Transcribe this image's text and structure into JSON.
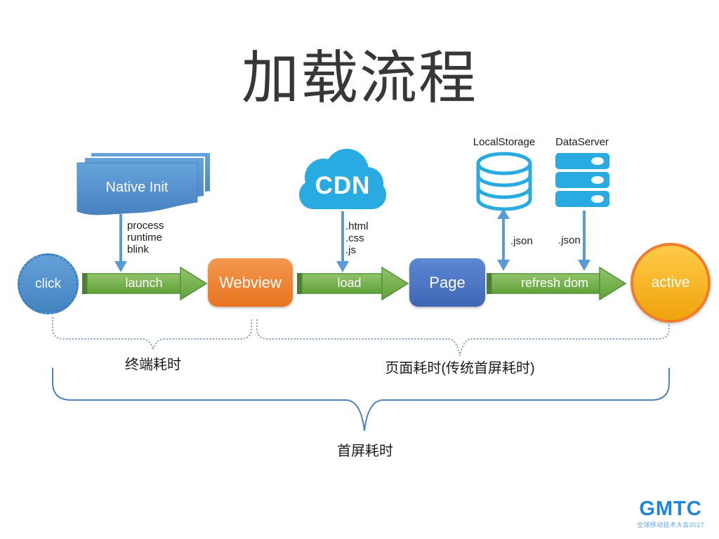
{
  "title": "加载流程",
  "flow": {
    "click": "click",
    "launch": "launch",
    "native_init": "Native Init",
    "native_outputs": [
      "process",
      "runtime",
      "blink"
    ],
    "cdn": "CDN",
    "cdn_files": [
      ".html",
      ".css",
      ".js"
    ],
    "webview": "Webview",
    "load": "load",
    "page": "Page",
    "refresh_dom": "refresh dom",
    "local_storage": "LocalStorage",
    "data_server": "DataServer",
    "json_from_storage": ".json",
    "json_from_server": ".json",
    "active": "active"
  },
  "timings": {
    "terminal": "终端耗时",
    "page": "页面耗时(传统首屏耗时)",
    "first_screen": "首屏耗时"
  },
  "footer": {
    "logo": "GMTC",
    "logo_subtitle": "全球移动技术大会2017"
  },
  "colors": {
    "arrow_green": "#72ad4a",
    "node_blue": "#4484c2",
    "node_orange": "#e9731e",
    "node_page_blue": "#4472c4",
    "icon_cyan": "#29abe2",
    "active_yellow": "#f5ad18",
    "active_border": "#ee7e2e",
    "thin_arrow_blue": "#5b9bd5",
    "brace_blue": "#4f81bd",
    "title_text": "#373737"
  }
}
